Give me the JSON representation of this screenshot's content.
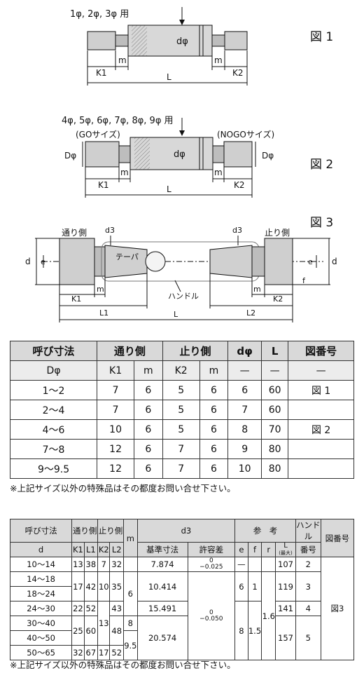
{
  "figures": {
    "fig1": {
      "label": "図 1",
      "caption": "1φ, 2φ, 3φ 用",
      "d": "dφ",
      "k1": "K1",
      "k2": "K2",
      "m": "m",
      "L": "L"
    },
    "fig2": {
      "label": "図 2",
      "caption": "4φ, 5φ, 6φ, 7φ, 8φ, 9φ 用",
      "go": "(GOサイズ)",
      "nogo": "(NOGOサイズ)",
      "D": "Dφ",
      "d": "dφ",
      "k1": "K1",
      "k2": "K2",
      "m": "m",
      "L": "L"
    },
    "fig3": {
      "label": "図 3",
      "go_side": "通り側",
      "nogo_side": "止り側",
      "taper": "テーパ",
      "handle": "ハンドル",
      "d3": "d3",
      "d": "d",
      "e": "e",
      "f": "f",
      "k1": "K1",
      "k2": "K2",
      "m": "m",
      "L1": "L1",
      "L2": "L2",
      "L": "L"
    }
  },
  "table1": {
    "headers": [
      "呼び寸法",
      "通り側",
      "止り側",
      "dφ",
      "L",
      "図番号"
    ],
    "subheaders": [
      "Dφ",
      "K1",
      "m",
      "K2",
      "m",
      "—",
      "—",
      "—"
    ],
    "rows": [
      [
        "1〜2",
        "7",
        "6",
        "5",
        "6",
        "6",
        "60",
        "図 1"
      ],
      [
        "2〜4",
        "7",
        "6",
        "5",
        "6",
        "7",
        "60",
        ""
      ],
      [
        "4〜6",
        "10",
        "6",
        "5",
        "6",
        "8",
        "70",
        "図 2"
      ],
      [
        "7〜8",
        "12",
        "6",
        "7",
        "6",
        "9",
        "80",
        ""
      ],
      [
        "9〜9.5",
        "12",
        "6",
        "7",
        "6",
        "10",
        "80",
        ""
      ]
    ],
    "note": "※上記サイズ以外の特殊品はその都度お問い合せ下さい。"
  },
  "table2": {
    "h_nominal": "呼び寸法",
    "h_nominal_sub": "d",
    "h_go": "通り側",
    "h_nogo": "止り側",
    "h_m": "m",
    "h_d3": "d3",
    "h_ref": "参　考",
    "h_handle": "ハンドル",
    "h_fig": "図番号",
    "h_k1": "K1",
    "h_l1": "L1",
    "h_k2": "K2",
    "h_l2": "L2",
    "h_base": "基準寸法",
    "h_tol": "許容差",
    "h_e": "e",
    "h_f": "f",
    "h_r": "r",
    "h_lmax": "L",
    "h_lmax_sub": "(最大)",
    "h_num": "番号",
    "r1": {
      "d": "10〜14",
      "k1": "13",
      "l1": "38",
      "k2": "7",
      "l2": "32",
      "base": "7.874",
      "tol_up": "0",
      "tol_dn": "−0.025",
      "e": "—",
      "L": "107",
      "h": "2"
    },
    "r2": {
      "d": "14〜18"
    },
    "r3": {
      "d": "18〜24"
    },
    "g23": {
      "k1": "17",
      "l1": "42",
      "k2": "10",
      "l2": "35",
      "m": "6",
      "base": "10.414",
      "e": "6",
      "f": "1",
      "L": "119",
      "h": "3"
    },
    "r4": {
      "d": "24〜30",
      "k1": "22",
      "l1": "52",
      "l2": "43",
      "base": "15.491",
      "L": "141",
      "h": "4"
    },
    "tol2_up": "0",
    "tol2_dn": "−0.050",
    "r_val": "1.6",
    "r5": {
      "d": "30〜40",
      "m": "8"
    },
    "r6": {
      "d": "40〜50"
    },
    "g56": {
      "k1": "25",
      "l1": "60",
      "k2": "13",
      "l2": "48",
      "base": "20.574",
      "e": "8",
      "f": "1.5",
      "L": "157",
      "h": "5",
      "fig": "図3"
    },
    "m2": "9.5",
    "r7": {
      "d": "50〜65",
      "k1": "32",
      "l1": "67",
      "k2": "17",
      "l2": "52"
    },
    "note": "※上記サイズ以外の特殊品はその都度お問い合せ下さい。"
  }
}
